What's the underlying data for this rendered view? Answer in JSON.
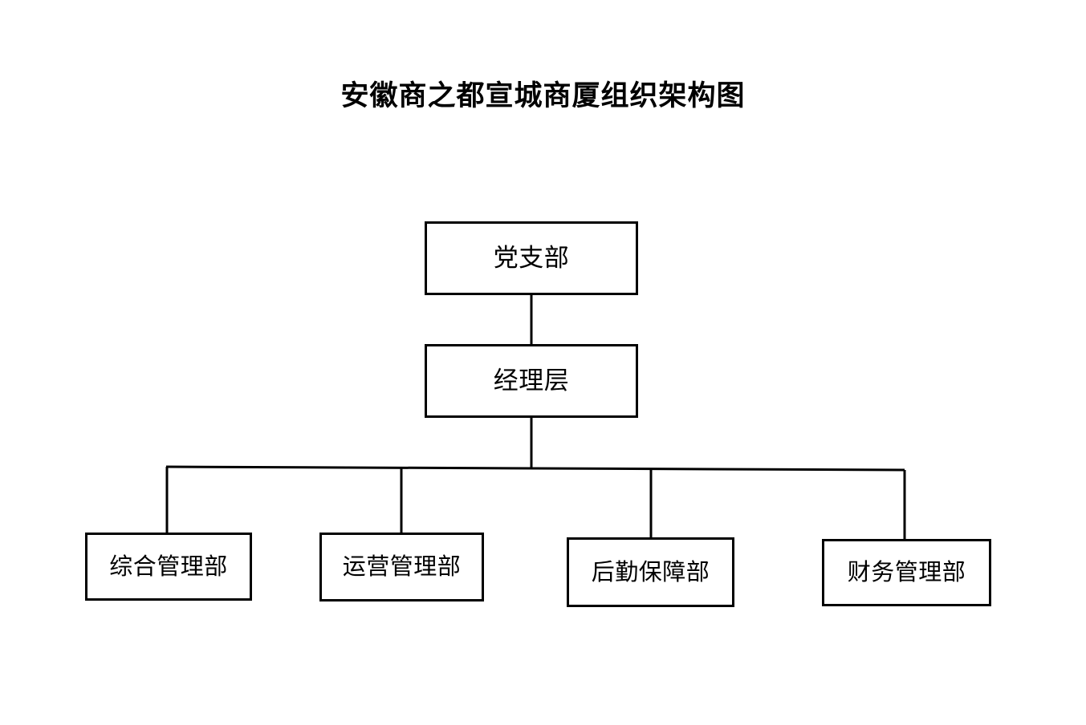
{
  "document": {
    "title": "安徽商之都宣城商厦组织架构图",
    "background_color": "#ffffff",
    "line_color": "#000000",
    "text_color": "#000000"
  },
  "org_chart": {
    "type": "organization-chart",
    "orientation": "top-down",
    "levels": 3,
    "levels_detail": [
      {
        "level": 1,
        "nodes": [
          {
            "id": "party",
            "label": "党支部"
          }
        ]
      },
      {
        "level": 2,
        "nodes": [
          {
            "id": "manager",
            "label": "经理层"
          }
        ]
      },
      {
        "level": 3,
        "nodes": [
          {
            "id": "dept-0",
            "label": "综合管理部"
          },
          {
            "id": "dept-1",
            "label": "运营管理部"
          },
          {
            "id": "dept-2",
            "label": "后勤保障部"
          },
          {
            "id": "dept-3",
            "label": "财务管理部"
          }
        ]
      }
    ],
    "edges": [
      {
        "from": "party",
        "to": "manager"
      },
      {
        "from": "manager",
        "to": "dept-0"
      },
      {
        "from": "manager",
        "to": "dept-1"
      },
      {
        "from": "manager",
        "to": "dept-2"
      },
      {
        "from": "manager",
        "to": "dept-3"
      }
    ]
  }
}
